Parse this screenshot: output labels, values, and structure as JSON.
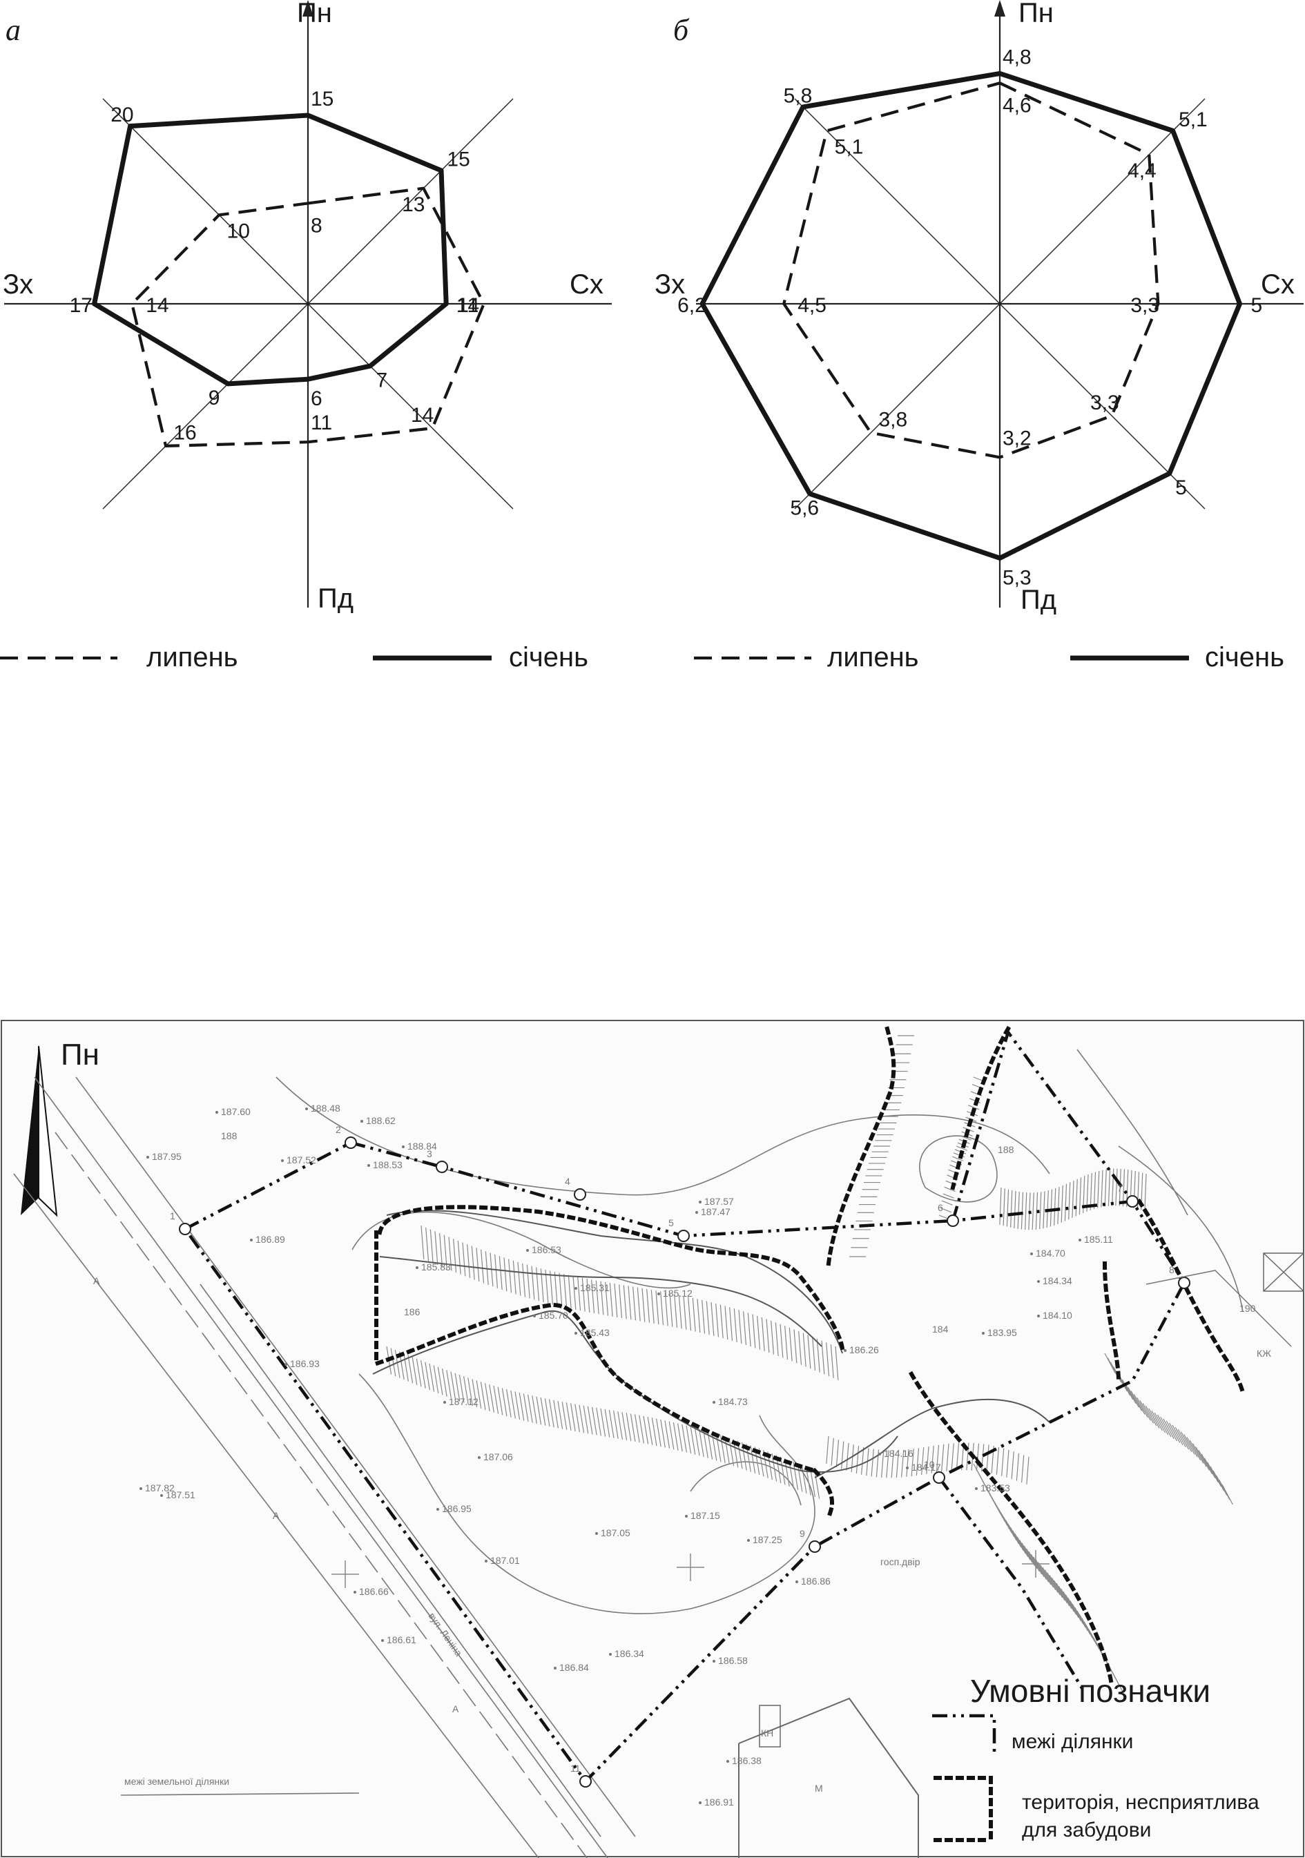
{
  "chart_data": [
    {
      "type": "radar",
      "panel": "а",
      "directions": [
        "Пн",
        "Пн-Сх",
        "Сх",
        "Пд-Сх",
        "Пд",
        "Пд-Зх",
        "Зх",
        "Пн-Зх"
      ],
      "axis_labels": {
        "north": "Пн",
        "east": "Сх",
        "south": "Пд",
        "west": "Зх"
      },
      "series": [
        {
          "name": "січень",
          "style": "solid",
          "values": [
            15,
            15,
            11,
            7,
            6,
            9,
            17,
            20
          ],
          "labels": [
            "15",
            "15",
            "11",
            "7",
            "6",
            "9",
            "17",
            "20"
          ]
        },
        {
          "name": "липень",
          "style": "dashed",
          "values": [
            8,
            13,
            14,
            14,
            11,
            16,
            14,
            10
          ],
          "labels": [
            "8",
            "13",
            "14",
            "14",
            "11",
            "16",
            "14",
            "10"
          ]
        }
      ],
      "legend": [
        {
          "style": "dashed",
          "label": "липень"
        },
        {
          "style": "solid",
          "label": "січень"
        }
      ]
    },
    {
      "type": "radar",
      "panel": "б",
      "directions": [
        "Пн",
        "Пн-Сх",
        "Сх",
        "Пд-Сх",
        "Пд",
        "Пд-Зх",
        "Зх",
        "Пн-Зх"
      ],
      "axis_labels": {
        "north": "Пн",
        "east": "Сх",
        "south": "Пд",
        "west": "Зх"
      },
      "series": [
        {
          "name": "січень",
          "style": "solid",
          "values": [
            4.8,
            5.1,
            5,
            5,
            5.3,
            5.6,
            6.2,
            5.8
          ],
          "labels": [
            "4,8",
            "5,1",
            "5",
            "5",
            "5,3",
            "5,6",
            "6,2",
            "5,8"
          ]
        },
        {
          "name": "липень",
          "style": "dashed",
          "values": [
            4.6,
            4.4,
            3.3,
            3.3,
            3.2,
            3.8,
            4.5,
            5.1
          ],
          "labels": [
            "4,6",
            "4,4",
            "3,3",
            "3,3",
            "3,2",
            "3,8",
            "4,5",
            "5,1"
          ]
        }
      ],
      "legend": [
        {
          "style": "dashed",
          "label": "липень"
        },
        {
          "style": "solid",
          "label": "січень"
        }
      ]
    }
  ],
  "map": {
    "north_label": "Пн",
    "legend_title": "Умовні позначки",
    "legend_items": [
      {
        "name": "boundary",
        "label": "межі ділянки"
      },
      {
        "name": "unfavorable",
        "label_lines": [
          "територія, несприятлива",
          "для забудови"
        ]
      }
    ],
    "street_label": "вул. Леніна",
    "yard_label": "госп.двір",
    "land_label": "межі земельної ділянки",
    "contour_labels": [
      "188",
      "186",
      "184",
      "188",
      "190"
    ],
    "point_numbers": [
      "1",
      "2",
      "3",
      "4",
      "5",
      "6",
      "7",
      "8",
      "9",
      "10",
      "11"
    ],
    "road_marks": [
      "А",
      "А",
      "А"
    ],
    "building_marks": [
      "М",
      "КН",
      "КЖ"
    ],
    "elevations": [
      "187.60",
      "187.95",
      "186.89",
      "187.52",
      "188.48",
      "188.62",
      "188.84",
      "188.53",
      "187.57",
      "187.47",
      "186.53",
      "185.83",
      "185.31",
      "185.12",
      "185.70",
      "185.43",
      "184.73",
      "186.26",
      "184.16",
      "184.17",
      "183.53",
      "184.70",
      "185.11",
      "184.34",
      "184.10",
      "183.95",
      "187.12",
      "187.06",
      "186.95",
      "187.01",
      "187.05",
      "187.15",
      "187.25",
      "186.86",
      "186.61",
      "186.58",
      "186.84",
      "186.34",
      "186.38",
      "186.91",
      "187.82",
      "187.51",
      "186.66",
      "186.93"
    ]
  }
}
